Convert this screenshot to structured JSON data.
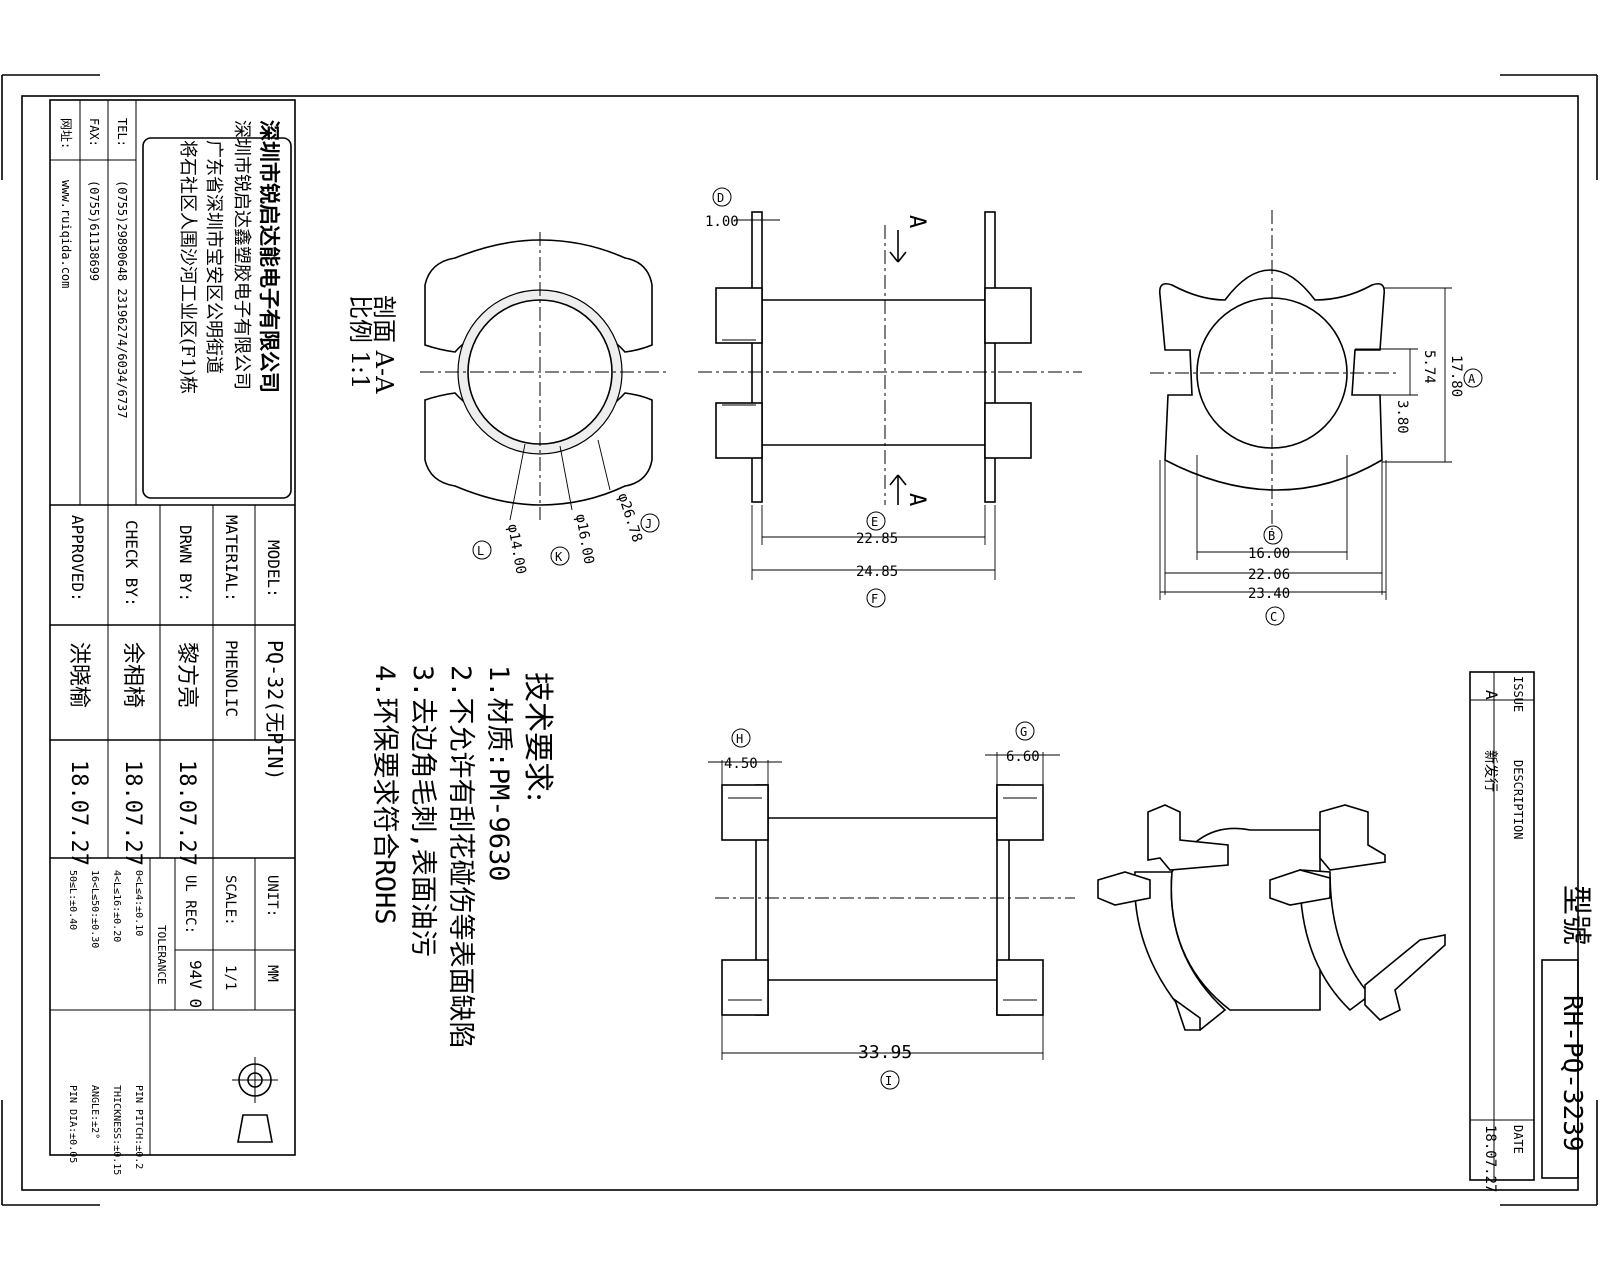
{
  "title_block": {
    "company_cn": "深圳市锐启达能电子有限公司",
    "company_cn2": "深圳市锐启达鑫塑胶电子有限公司",
    "address1": "广东省深圳市宝安区公明街道",
    "address2": "将石社区人围沙河工业区(F1)栋",
    "tel_label": "TEL:",
    "tel_value": "(0755)29890648  23196274/6034/6737",
    "fax_label": "FAX:",
    "fax_value": "(0755)61138699",
    "web_label": "网址:",
    "web_value": "www.ruiqida.com",
    "model_label": "MODEL:",
    "model_value": "PQ-32(无PIN)",
    "material_label": "MATERIAL:",
    "material_value": "PHENOLIC",
    "drwn_label": "DRWN BY:",
    "drwn_name": "黎方亮",
    "drwn_date": "18.07.27",
    "check_label": "CHECK BY:",
    "check_name": "余相椅",
    "check_date": "18.07.27",
    "approved_label": "APPROVED:",
    "approved_name": "洪晓榆",
    "approved_date": "18.07.27",
    "unit_label": "UNIT:",
    "unit_value": "MM",
    "scale_label": "SCALE:",
    "scale_value": "1/1",
    "ul_label": "UL REC:",
    "ul_value": "94V 0",
    "tolerance_label": "TOLERANCE",
    "tol_left": [
      "0<L≤4:±0.10",
      "4<L≤16:±0.20",
      "16<L≤50:±0.30",
      "50≤L:±0.40"
    ],
    "tol_right": [
      "PIN PITCH:±0.2",
      "THICKNESS:±0.15",
      "ANGLE:±2°",
      "PIN DIA:±0.05"
    ]
  },
  "revision": {
    "issue_label": "ISSUE",
    "desc_label": "DESCRIPTION",
    "date_label": "DATE",
    "issue": "A",
    "desc": "新发行",
    "date": "18.07.27",
    "model_cn": "型號",
    "part_number": "RH-PQ-3239"
  },
  "notes": {
    "heading": "技术要求:",
    "items": [
      "1.材质:PM-9630",
      "2.不允许有刮花碰伤等表面缺陷",
      "3.去边角毛刺,表面油污",
      "4.环保要求符合ROHS"
    ]
  },
  "section_view": {
    "label": "剖面 A-A",
    "scale": "比例 1:1",
    "d1": "φ26.78",
    "d2": "φ16.00",
    "d3": "φ14.00",
    "tag_d1": "J",
    "tag_d2": "K",
    "tag_d3": "L"
  },
  "side_view": {
    "cut_label": "A",
    "dim_top": "1.00",
    "dim_inner": "22.85",
    "dim_outer": "24.85",
    "tag_top": "D",
    "tag_inner": "E",
    "tag_outer": "F"
  },
  "end_view": {
    "dim_height": "17.80",
    "dim_slot": "5.74",
    "dim_slot2": "3.80",
    "dim_w1": "16.00",
    "dim_w2": "22.06",
    "dim_w3": "23.40",
    "tag_height": "A",
    "tag_w1": "B",
    "tag_w3": "C"
  },
  "bottom_view": {
    "dim_left": "4.50",
    "dim_right": "6.60",
    "dim_length": "33.95",
    "tag_left": "H",
    "tag_right": "G",
    "tag_length": "I"
  }
}
